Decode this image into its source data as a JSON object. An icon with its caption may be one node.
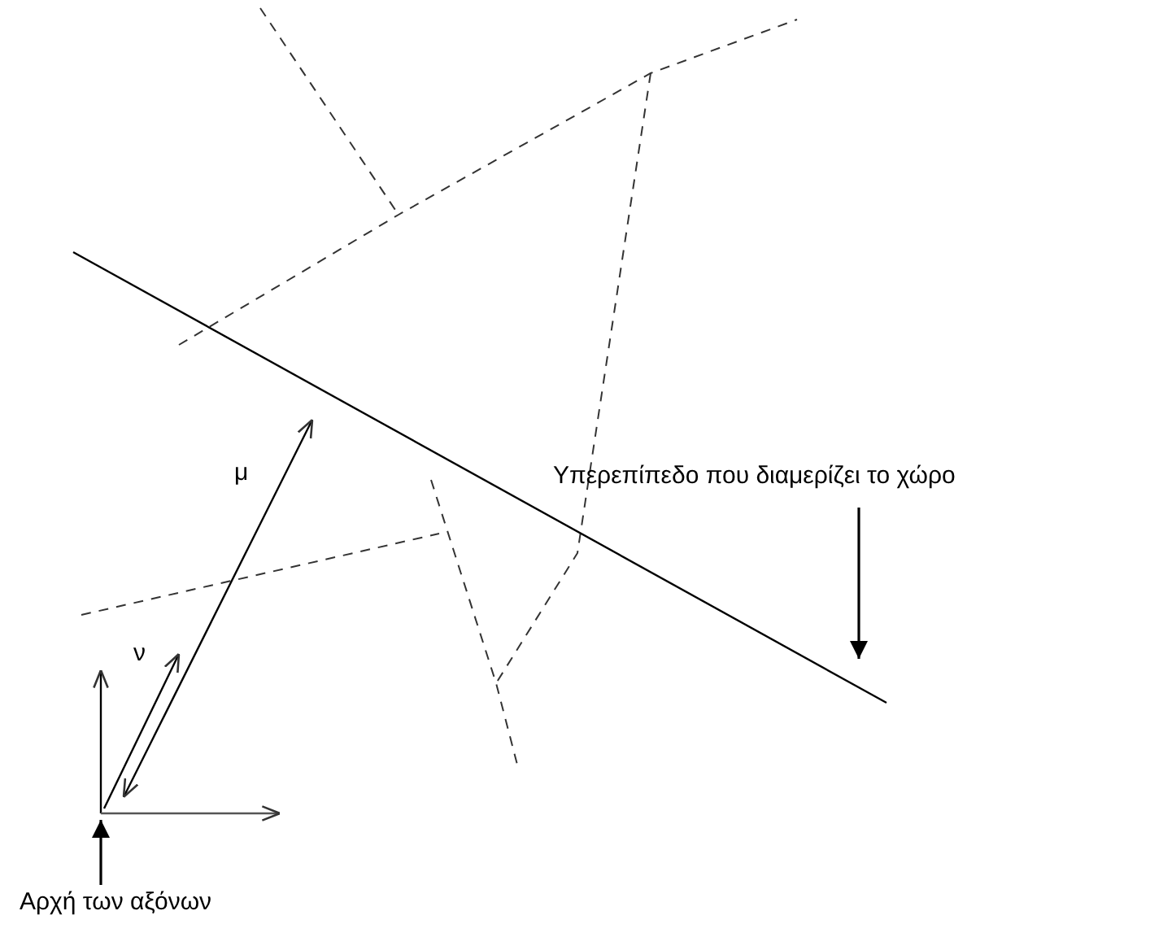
{
  "diagram": {
    "nodes": [
      {
        "text": [
          "Υπερεπίπεδο που διαμερίζει το χώρο"
        ]
      },
      {
        "text": [],
        "shape": "line"
      },
      {
        "text": [
          "Αρχή των αξόνων"
        ]
      },
      {
        "text": [],
        "shape": "axes"
      }
    ],
    "edges": [
      {
        "from": 0,
        "to": 1,
        "arrow": "to"
      },
      {
        "from": 2,
        "to": 3,
        "arrow": "to"
      },
      {
        "from": 3,
        "to": 1,
        "arrow": "both",
        "label": "μ"
      }
    ],
    "labels": [
      "ν"
    ]
  }
}
